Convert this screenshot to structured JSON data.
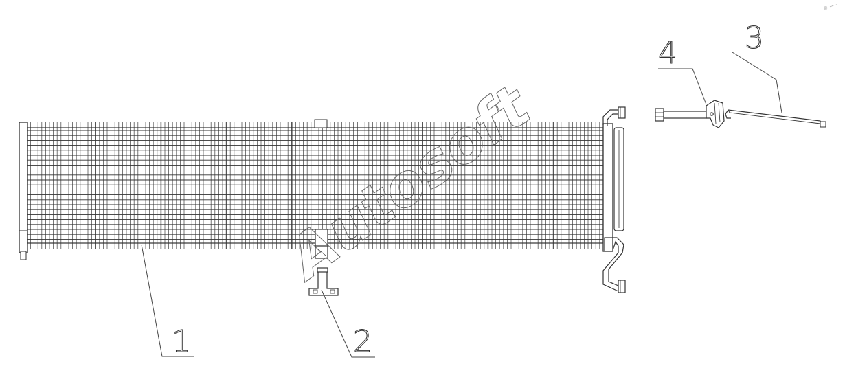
{
  "diagram": {
    "callouts": [
      {
        "id": "1",
        "label": "1"
      },
      {
        "id": "2",
        "label": "2"
      },
      {
        "id": "3",
        "label": "3"
      },
      {
        "id": "4",
        "label": "4"
      }
    ],
    "watermark": "Autosoft",
    "corner_mark": "© ~~",
    "colors": {
      "line": "#333333",
      "fins": "#555555",
      "watermark": "#666666",
      "background": "#ffffff"
    }
  }
}
